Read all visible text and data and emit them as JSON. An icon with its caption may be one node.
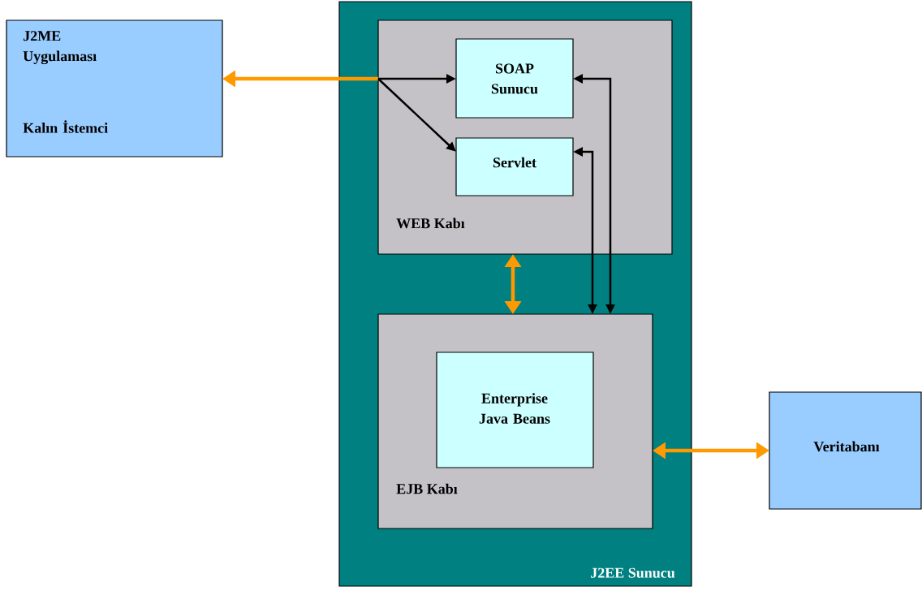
{
  "diagram": {
    "nodes": [
      {
        "text": [
          "J2EE Sunucu"
        ]
      },
      {
        "text": [
          "WEB Kabı"
        ],
        "in": 0
      },
      {
        "text": [
          "SOAP Sunucu"
        ],
        "in": 1
      },
      {
        "text": [
          "Servlet"
        ],
        "in": 1
      },
      {
        "text": [
          "EJB Kabı"
        ],
        "in": 0
      },
      {
        "text": [
          "Enterprise Java Beans"
        ],
        "in": 4
      },
      {
        "text": [
          "J2ME Uygulaması",
          "Kalın İstemci"
        ]
      },
      {
        "text": [
          "Veritabanı"
        ]
      }
    ],
    "edges": [
      {
        "from": 1,
        "to": 6,
        "arrow": "to",
        "style": "thick",
        "color": "#ff9900"
      },
      {
        "from": 1,
        "to": 2,
        "arrow": "to",
        "color": "#000000"
      },
      {
        "from": 1,
        "to": 3,
        "arrow": "to",
        "color": "#000000"
      },
      {
        "from": 2,
        "to": 4,
        "arrow": "both",
        "color": "#000000"
      },
      {
        "from": 3,
        "to": 4,
        "arrow": "both",
        "color": "#000000"
      },
      {
        "from": 1,
        "to": 4,
        "arrow": "both",
        "style": "thick",
        "color": "#ff9900"
      },
      {
        "from": 4,
        "to": 7,
        "arrow": "both",
        "style": "thick",
        "color": "#ff9900"
      }
    ]
  }
}
